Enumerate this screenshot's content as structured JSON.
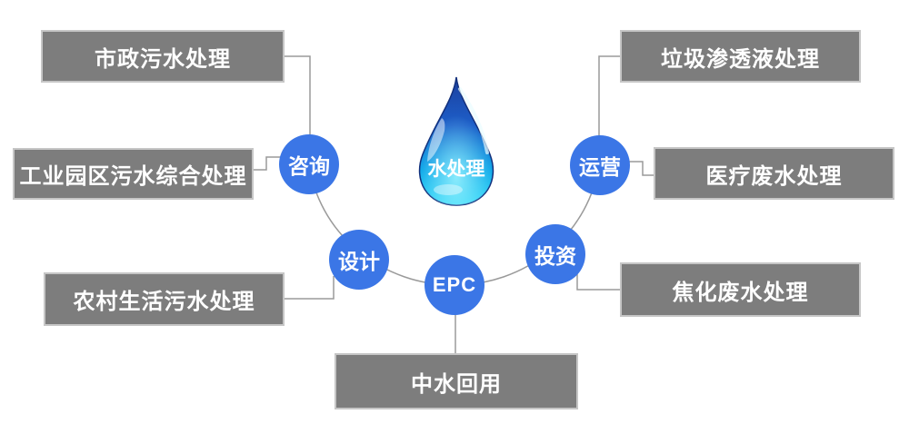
{
  "center_drop": {
    "label": "水处理"
  },
  "service_nodes": [
    {
      "id": "consulting",
      "label": "咨询"
    },
    {
      "id": "design",
      "label": "设计"
    },
    {
      "id": "epc",
      "label": "EPC"
    },
    {
      "id": "investment",
      "label": "投资"
    },
    {
      "id": "operation",
      "label": "运营"
    }
  ],
  "category_boxes": [
    {
      "id": "municipal-sewage",
      "label": "市政污水处理"
    },
    {
      "id": "industrial-park-sewage",
      "label": "工业园区污水综合处理"
    },
    {
      "id": "rural-domestic-sewage",
      "label": "农村生活污水处理"
    },
    {
      "id": "reclaimed-water-reuse",
      "label": "中水回用"
    },
    {
      "id": "landfill-leachate",
      "label": "垃圾渗透液处理"
    },
    {
      "id": "medical-wastewater",
      "label": "医疗废水处理"
    },
    {
      "id": "coking-wastewater",
      "label": "焦化废水处理"
    }
  ],
  "colors": {
    "node_blue": "#3b76e6",
    "box_gray": "#7d7d7d",
    "box_border": "#c6c6c6",
    "connector_gray": "#9a9a9a",
    "drop_top_navy": "#1c3f9e",
    "drop_mid_blue": "#1d5fc9",
    "drop_bottom_cyan": "#31d8f8",
    "label_text": "#ffffff"
  }
}
